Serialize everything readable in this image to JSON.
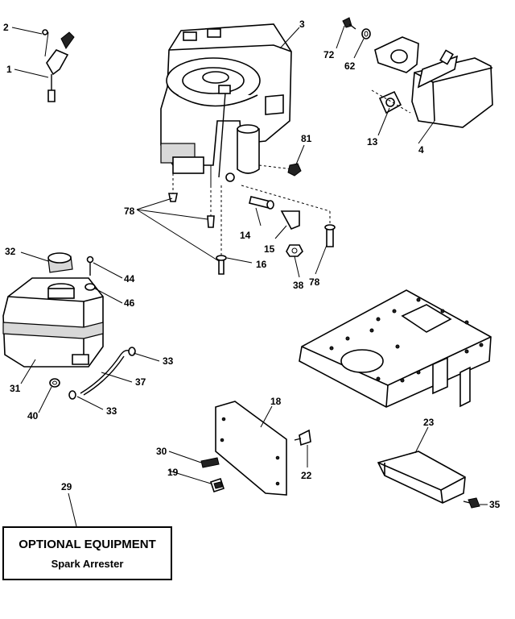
{
  "callouts": {
    "c1": "1",
    "c2": "2",
    "c3": "3",
    "c4": "4",
    "c13": "13",
    "c14": "14",
    "c15": "15",
    "c16": "16",
    "c18": "18",
    "c19": "19",
    "c22": "22",
    "c23": "23",
    "c29": "29",
    "c30": "30",
    "c31": "31",
    "c32": "32",
    "c33a": "33",
    "c33b": "33",
    "c35": "35",
    "c37": "37",
    "c38": "38",
    "c40": "40",
    "c44": "44",
    "c46": "46",
    "c62": "62",
    "c72": "72",
    "c78a": "78",
    "c78b": "78",
    "c81": "81"
  },
  "optional_box": {
    "title": "OPTIONAL EQUIPMENT",
    "subtitle": "Spark Arrester"
  }
}
